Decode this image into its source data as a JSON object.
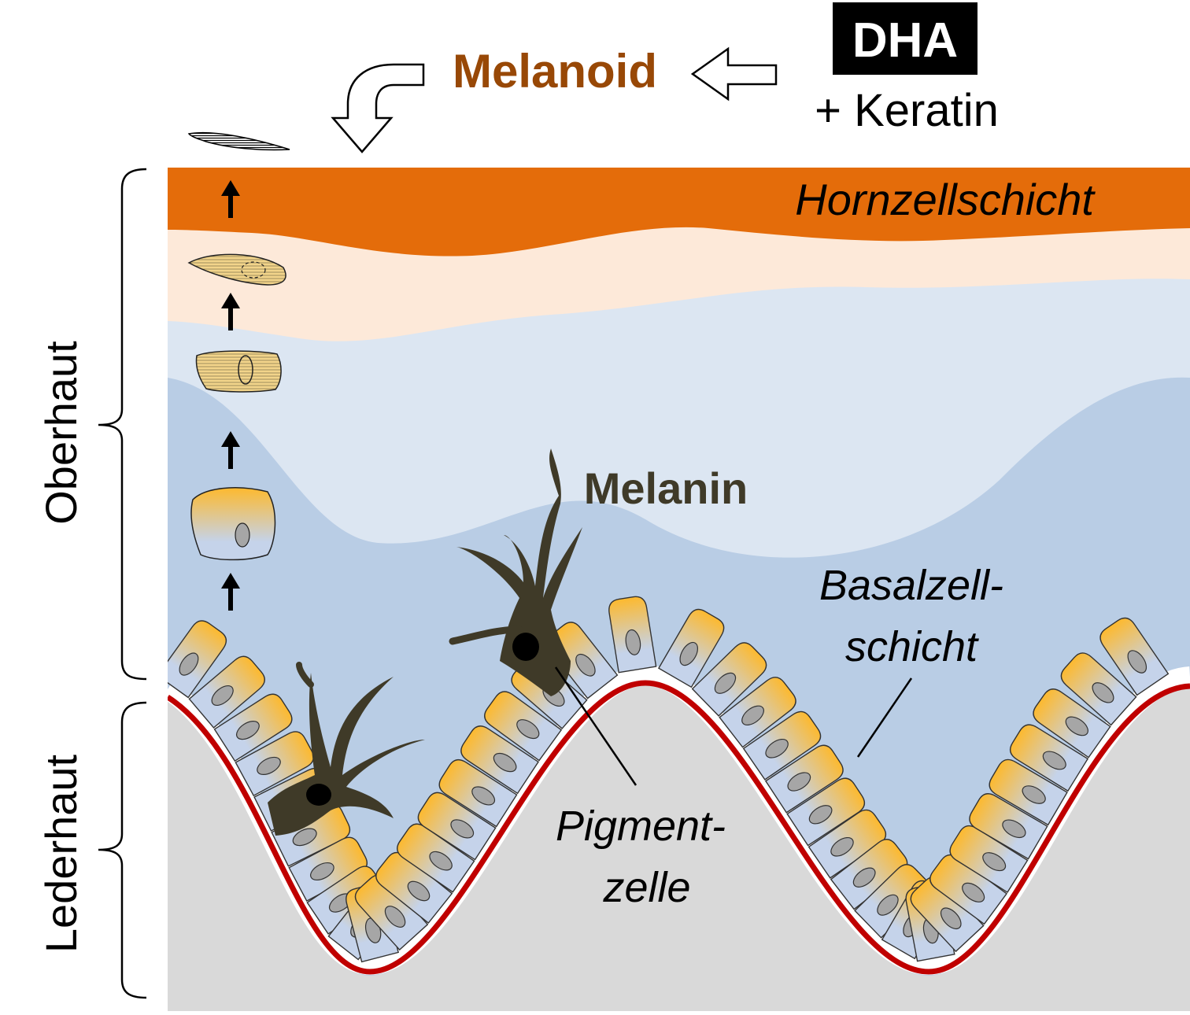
{
  "labels": {
    "dha": "DHA",
    "keratin": "+ Keratin",
    "melanoid": "Melanoid",
    "horn": "Hornzellschicht",
    "melanin": "Melanin",
    "basal_1": "Basalzell-",
    "basal_2": "schicht",
    "pigment_1": "Pigment-",
    "pigment_2": "zelle",
    "oberhaut": "Oberhaut",
    "lederhaut": "Lederhaut"
  },
  "colors": {
    "horn_layer": "#e46c0a",
    "granular_layer": "#fde9d9",
    "spinous_light": "#dce6f2",
    "spinous_dark": "#b9cde5",
    "dermis": "#d9d9d9",
    "basement_membrane": "#c00000",
    "melanocyte": "#3f3a28",
    "melanoid_text": "#984806",
    "cell_gradient_top": "#fdb92e",
    "cell_gradient_bottom": "#c5d3ea",
    "nucleus": "#a6a6a6"
  },
  "icons": {
    "dha_to_melanoid_arrow": "left-hollow-arrow-icon",
    "melanoid_to_skin_arrow": "curved-down-hollow-arrow-icon",
    "cell_migration_arrows": "up-arrow-icon"
  }
}
